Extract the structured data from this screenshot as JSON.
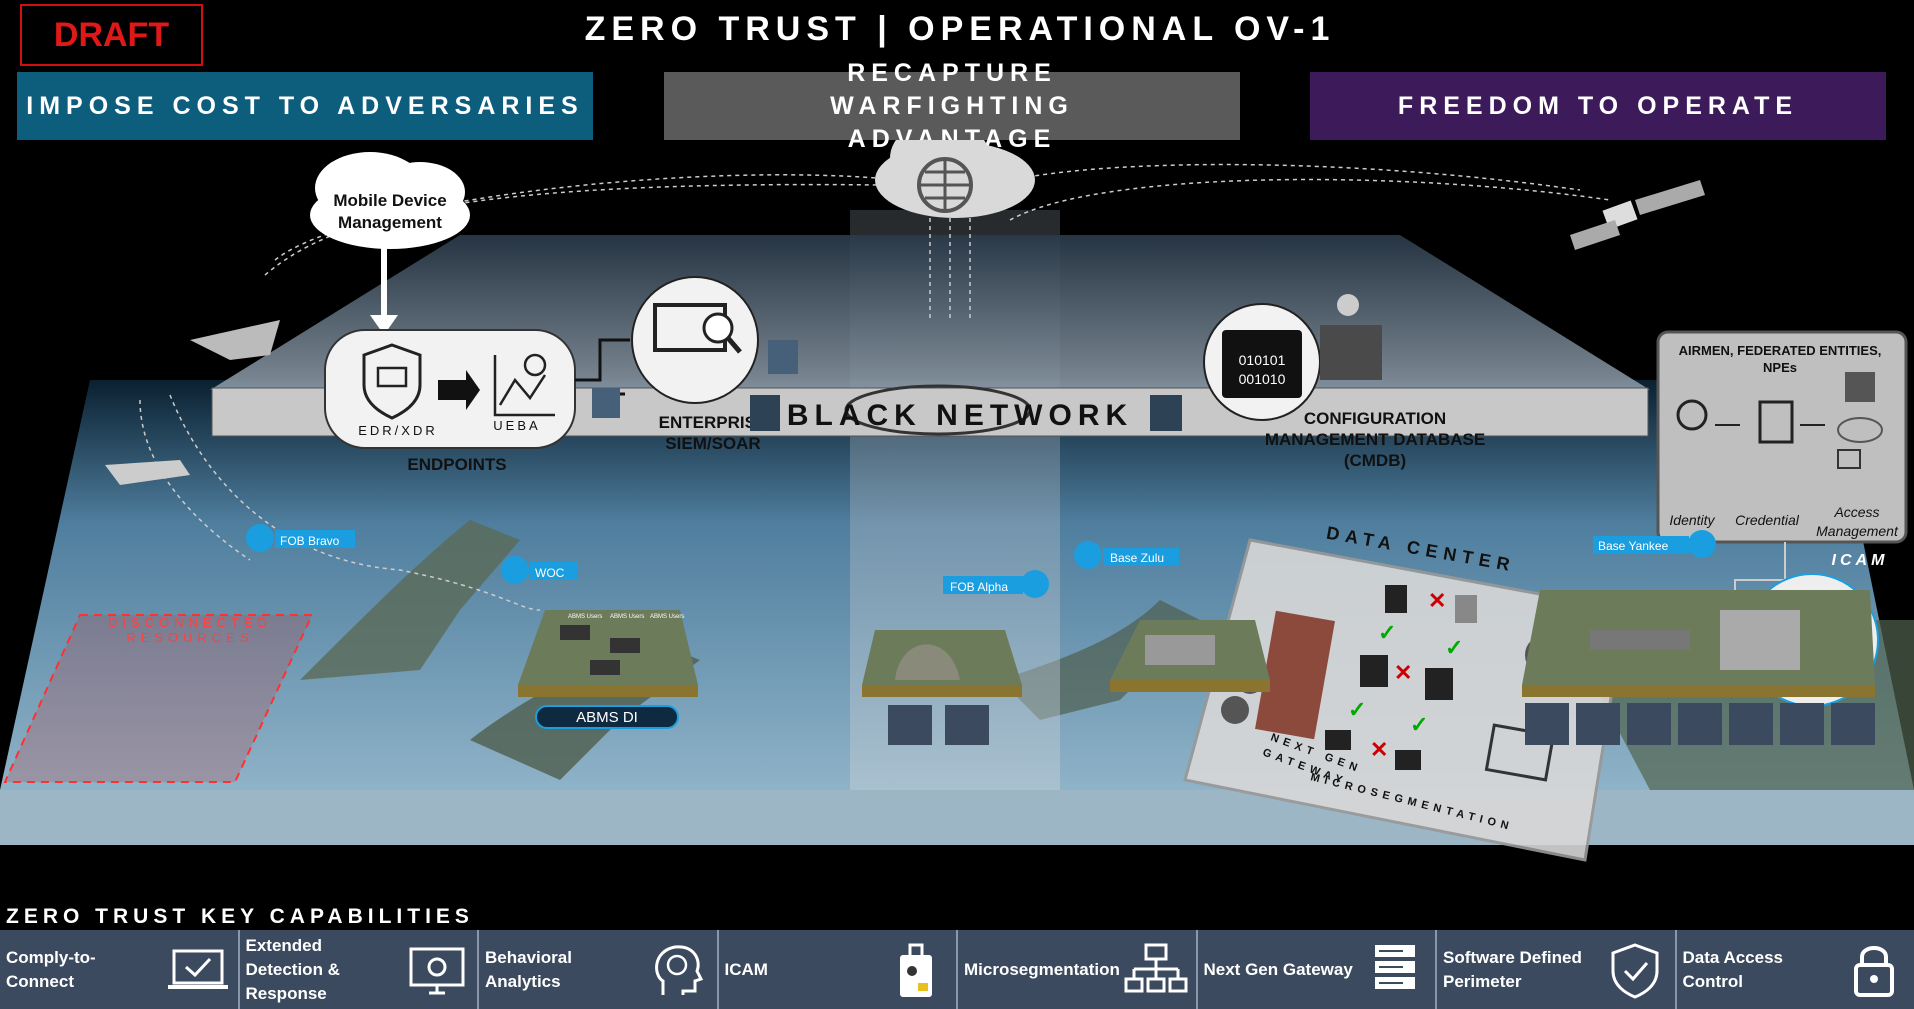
{
  "draft_label": "DRAFT",
  "title": "ZERO TRUST | OPERATIONAL OV-1",
  "banners": [
    {
      "text": "IMPOSE COST TO ADVERSARIES",
      "color": "#0d5d7d"
    },
    {
      "text": "RECAPTURE WARFIGHTING ADVANTAGE",
      "color": "#5a5a5a"
    },
    {
      "text": "FREEDOM TO OPERATE",
      "color": "#3d1a5a"
    }
  ],
  "diagram": {
    "mdm": [
      "Mobile Device",
      "Management"
    ],
    "edr_label": "EDR/XDR",
    "ueba_label": "UEBA",
    "endpoints_label": "ENDPOINTS",
    "siem_label": [
      "ENTERPRISE",
      "SIEM/SOAR"
    ],
    "cmdb_label": [
      "CONFIGURATION",
      "MANAGEMENT DATABASE",
      "(CMDB)"
    ],
    "cmdb_code": [
      "010101",
      "001010"
    ],
    "black_network": "BLACK NETWORK",
    "icam_panel": {
      "title": [
        "AIRMEN, FEDERATED ENTITIES,",
        "NPEs"
      ],
      "steps": [
        "Identity",
        "Credential",
        "Access",
        "Management"
      ],
      "label": "ICAM"
    },
    "data_center": "DATA CENTER",
    "next_gen_gateway": [
      "NEXT GEN",
      "GATEWAY"
    ],
    "microsegmentation": "MICROSEGMENTATION",
    "disconnected": [
      "DISCONNECTED",
      "RESOURCES"
    ],
    "pins": [
      "FOB Bravo",
      "WOC",
      "FOB Alpha",
      "Base Zulu",
      "Base Yankee"
    ],
    "abms_users": "ABMS Users",
    "abms_di": "ABMS DI"
  },
  "capabilities_title": "ZERO TRUST KEY CAPABILITIES",
  "capabilities": [
    {
      "label": "Comply-to-Connect",
      "icon": "laptop-check-icon"
    },
    {
      "label": "Extended Detection & Response",
      "icon": "monitor-gear-icon"
    },
    {
      "label": "Behavioral Analytics",
      "icon": "head-brain-icon"
    },
    {
      "label": "ICAM",
      "icon": "id-badge-icon"
    },
    {
      "label": "Microsegmentation",
      "icon": "network-icon"
    },
    {
      "label": "Next Gen Gateway",
      "icon": "server-stack-icon"
    },
    {
      "label": "Software Defined Perimeter",
      "icon": "shield-check-icon"
    },
    {
      "label": "Data Access Control",
      "icon": "padlock-icon"
    }
  ],
  "colors": {
    "accent_blue": "#0d5d7d",
    "accent_purple": "#3d1a5a",
    "pin_blue": "#1a9ee0",
    "draft_red": "#e01818",
    "caps_bar": "#3b4a5e"
  }
}
